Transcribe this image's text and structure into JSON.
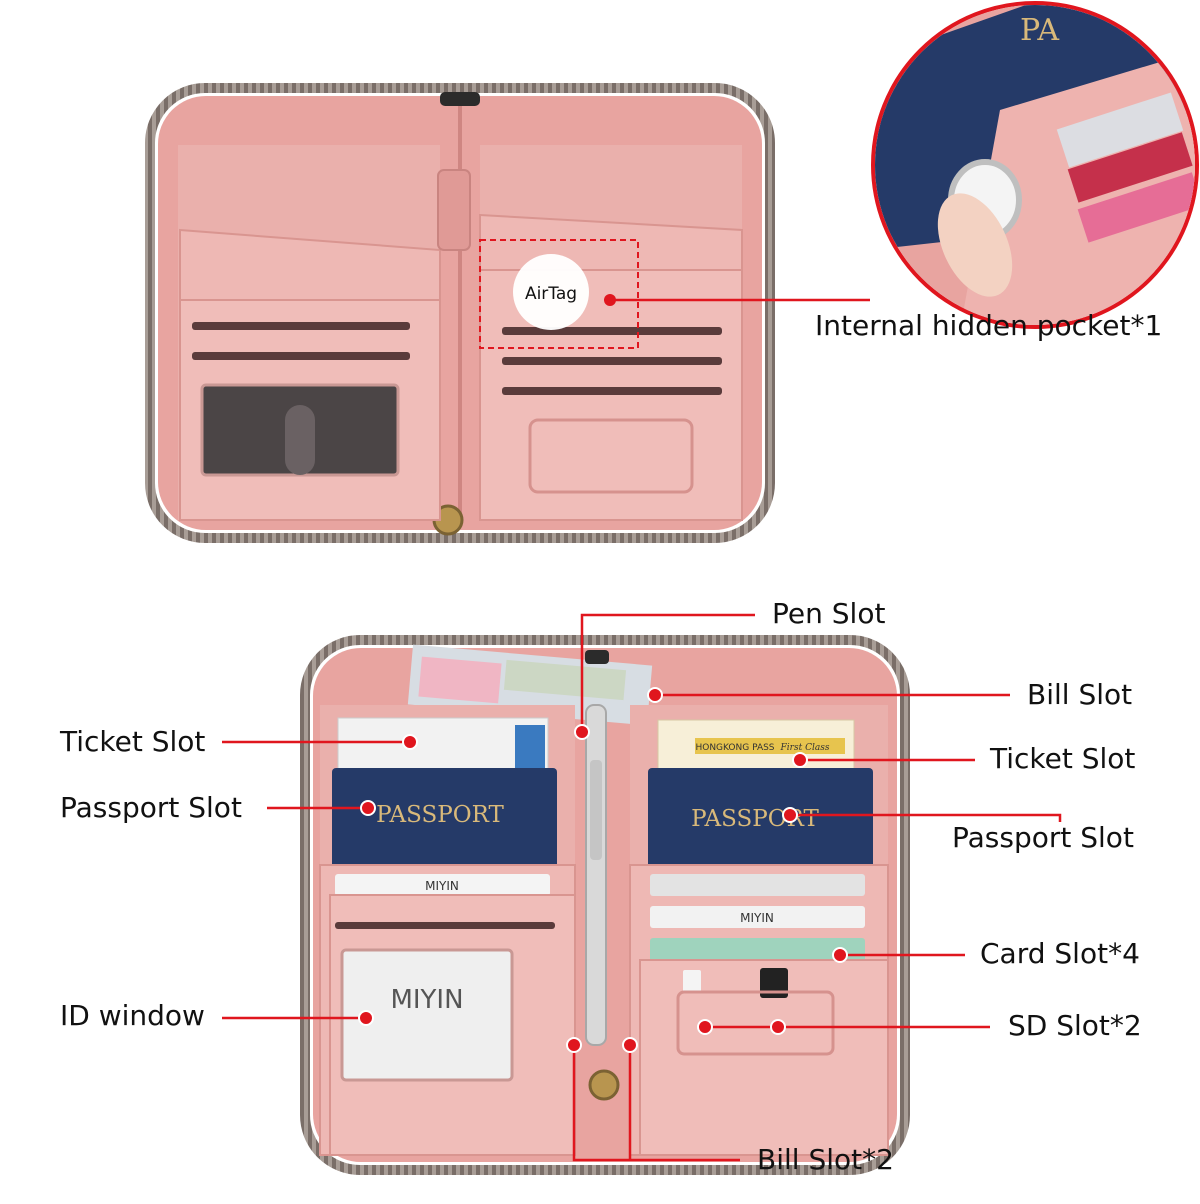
{
  "top_callout": {
    "airtag_label": "AirTag",
    "pocket_label": "Internal hidden pocket*1"
  },
  "labels": {
    "pen_slot": "Pen Slot",
    "bill_slot": "Bill Slot",
    "ticket_slot_left": "Ticket Slot",
    "ticket_slot_right": "Ticket Slot",
    "passport_slot_left": "Passport Slot",
    "passport_slot_right": "Passport Slot",
    "card_slot": "Card Slot*4",
    "id_window": "ID window",
    "sd_slot": "SD Slot*2",
    "bill_slot_2": "Bill Slot*2"
  },
  "props": {
    "passport_text": "PASSPORT",
    "brand": "MIYIN",
    "ticket_text": "HONGKONG PASS",
    "ticket_class": "First Class",
    "zoom_passport": "PA"
  },
  "colors": {
    "leather": "#e8a4a0",
    "leather_dark": "#d98e8a",
    "zipper": "#6a5f5a",
    "callout": "#e0161e",
    "passport": "#253a68",
    "passport_gold": "#d9b97a"
  }
}
